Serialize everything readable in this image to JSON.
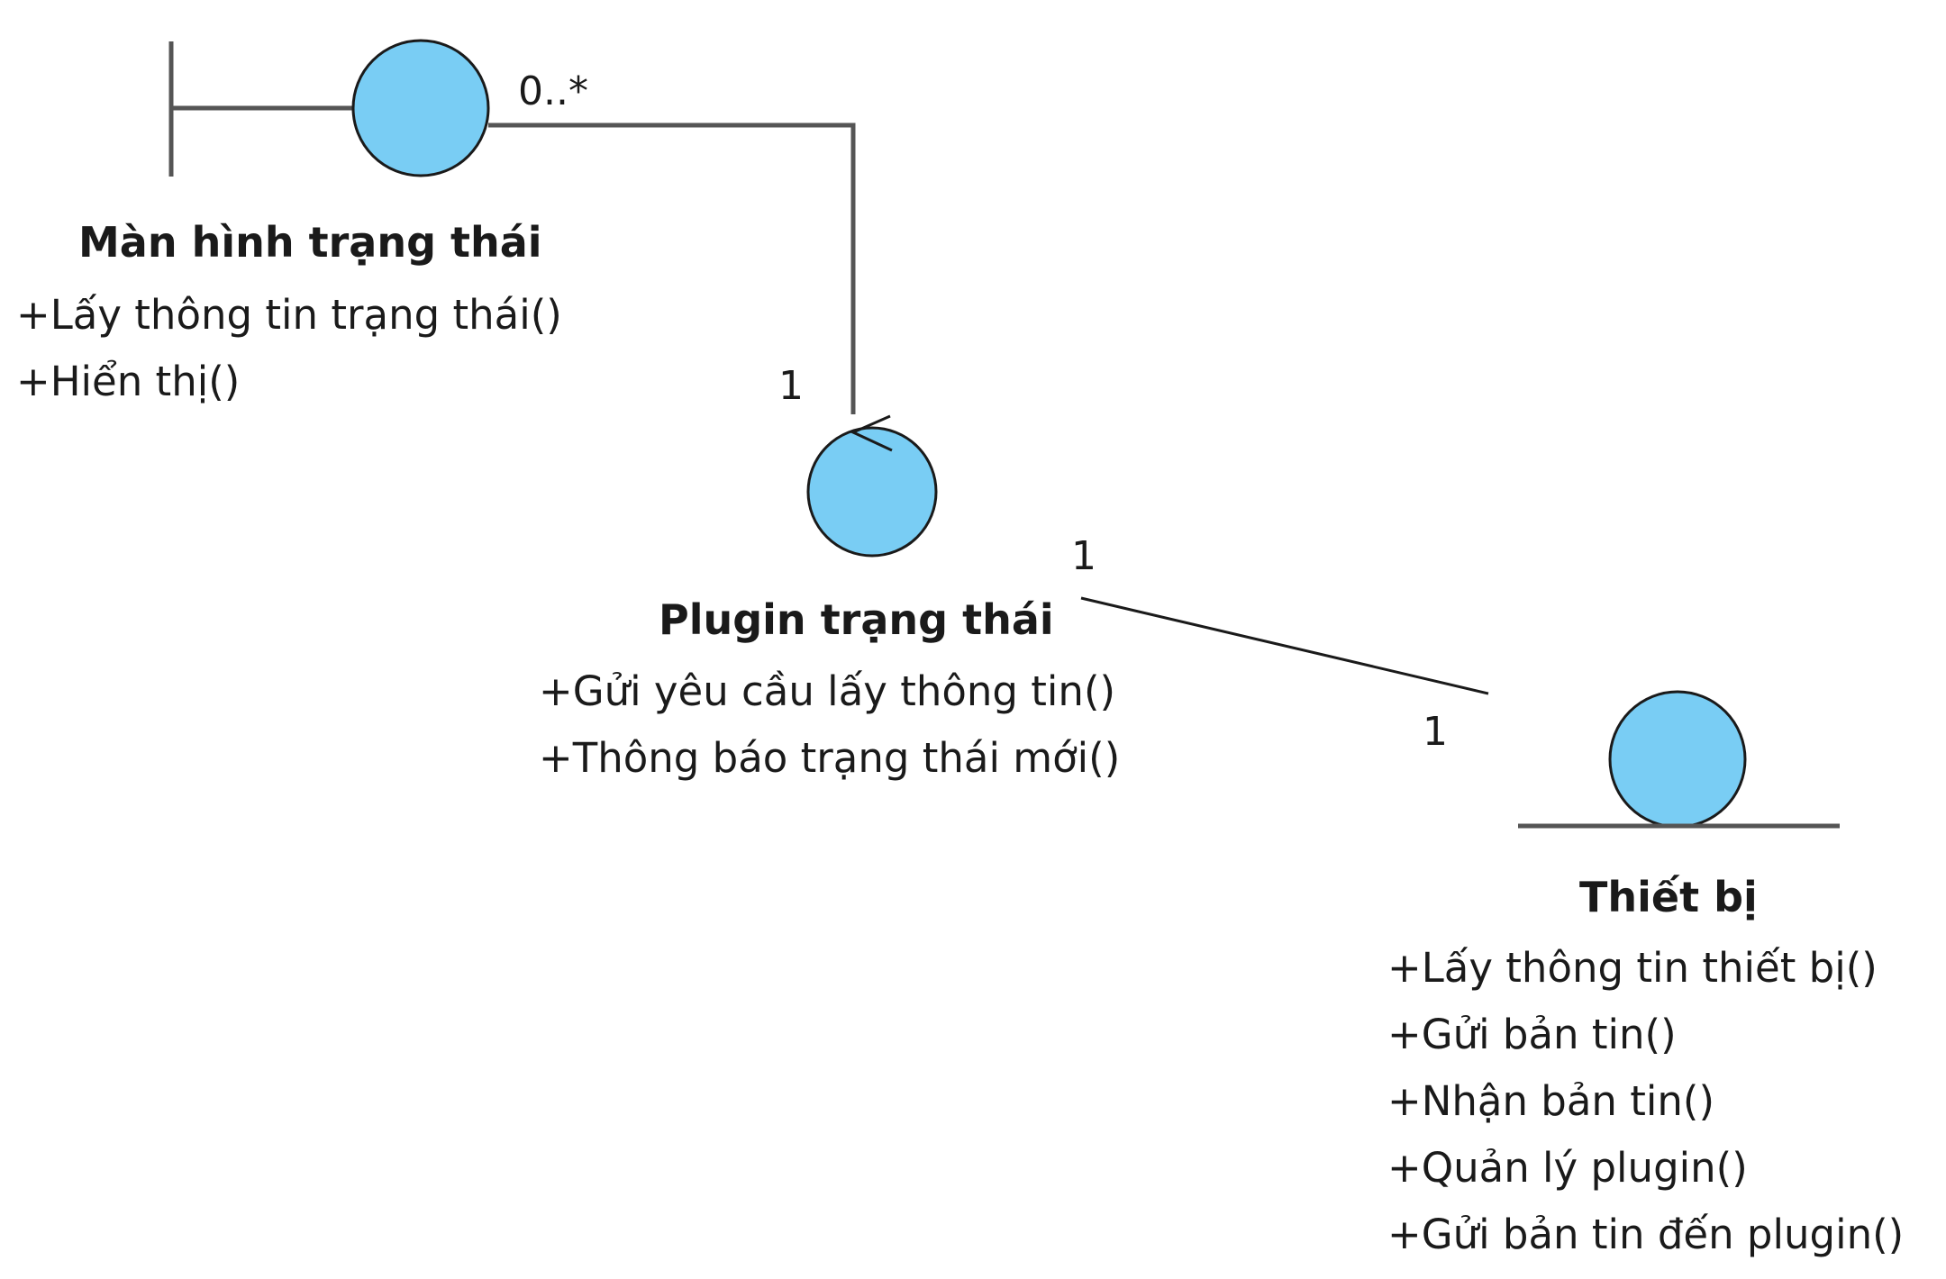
{
  "diagram": {
    "colors": {
      "symbol_fill": "#79CDF4",
      "line": "#555555",
      "text": "#1a1a1a"
    },
    "classes": [
      {
        "stereotype": "boundary",
        "name": "Màn hình trạng thái",
        "operations": [
          "+Lấy thông tin trạng thái()",
          "+Hiển thị()"
        ]
      },
      {
        "stereotype": "control",
        "name": "Plugin trạng thái",
        "operations": [
          "+Gửi yêu cầu lấy thông tin()",
          "+Thông báo trạng thái mới()"
        ]
      },
      {
        "stereotype": "entity",
        "name": "Thiết bị",
        "operations": [
          "+Lấy thông tin thiết bị()",
          "+Gửi bản tin()",
          "+Nhận bản tin()",
          "+Quản lý plugin()",
          "+Gửi bản tin đến plugin()"
        ]
      }
    ],
    "associations": [
      {
        "from": "Màn hình trạng thái",
        "to": "Plugin trạng thái",
        "source_multiplicity": "0..*",
        "target_multiplicity": "1"
      },
      {
        "from": "Plugin trạng thái",
        "to": "Thiết bị",
        "source_multiplicity": "1",
        "target_multiplicity": "1"
      }
    ]
  }
}
